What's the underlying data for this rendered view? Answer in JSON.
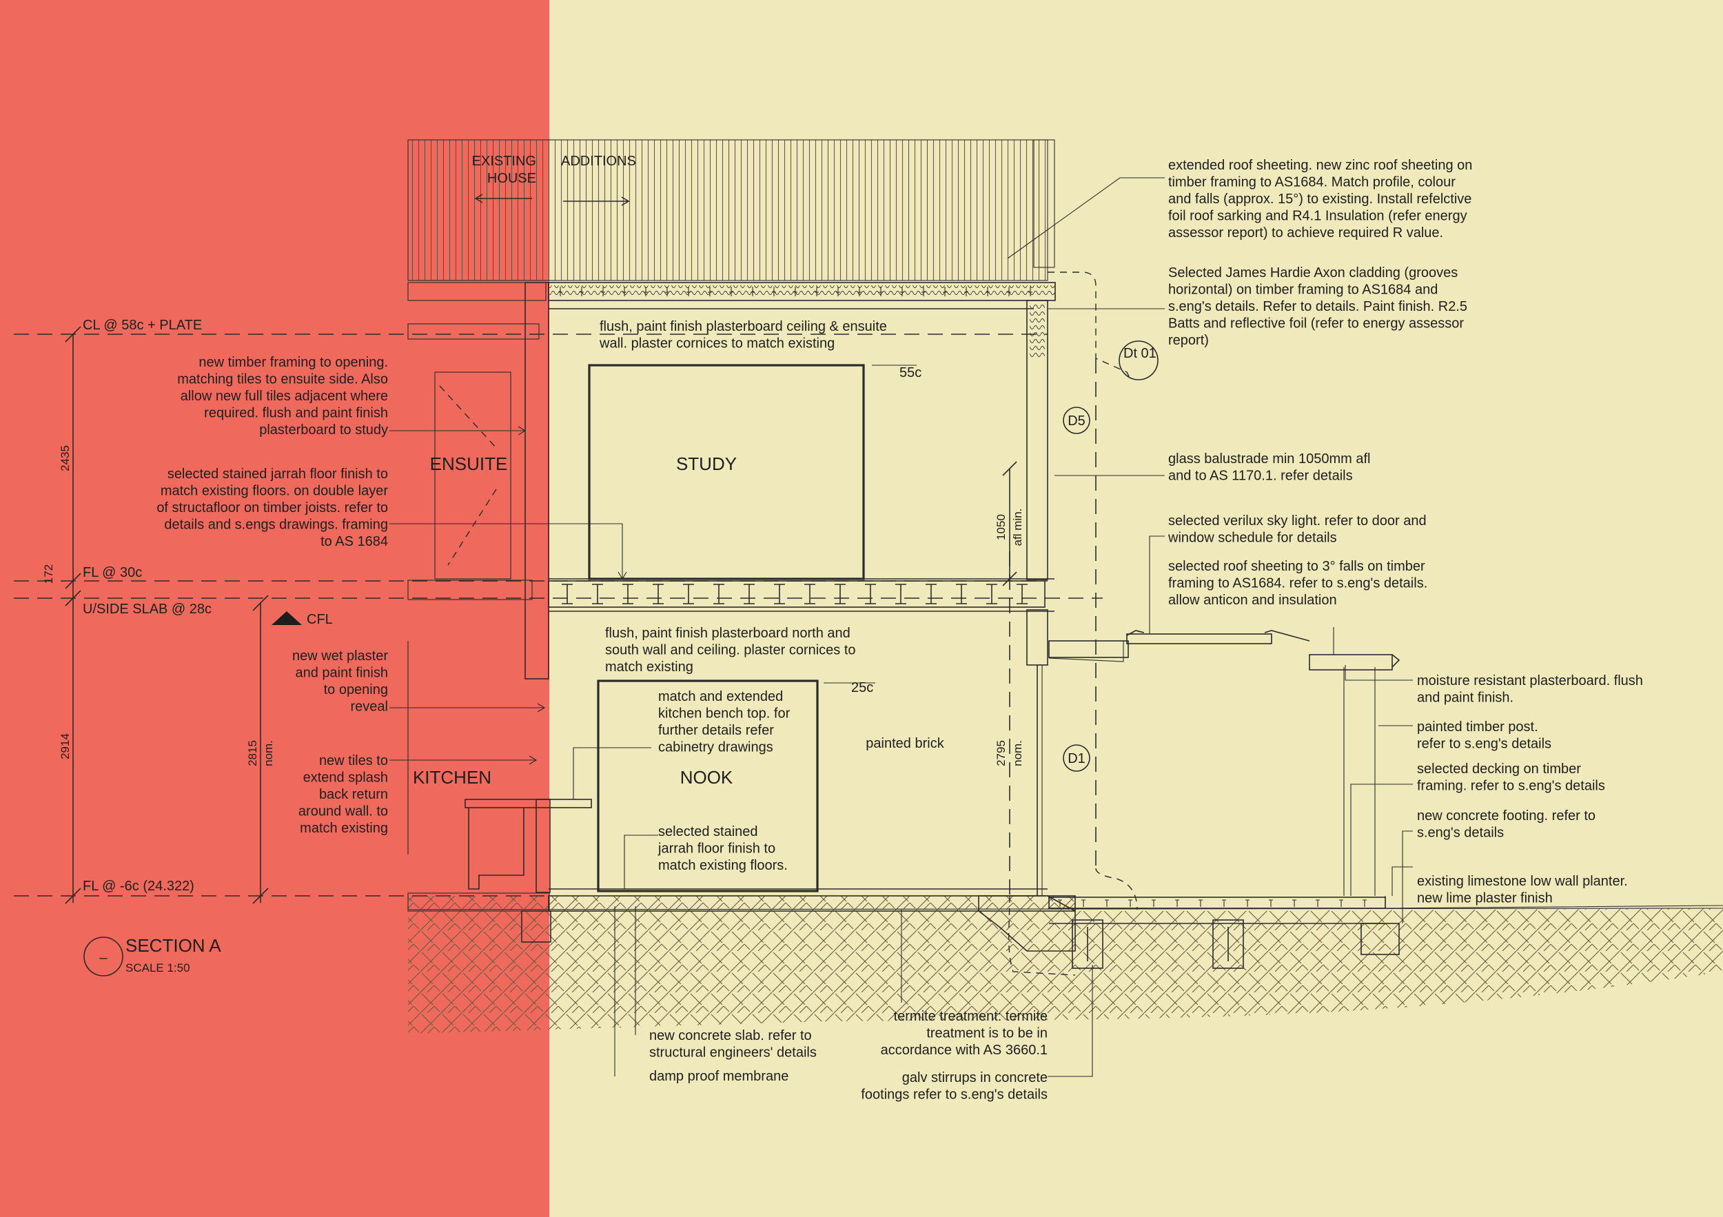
{
  "colors": {
    "background": "#f0e9bb",
    "existing_zone": "#ef6a5d",
    "line": "#2a2a2a",
    "text": "#1e1e1e"
  },
  "zones": {
    "existing": "EXISTING HOUSE",
    "existing_l1": "EXISTING",
    "existing_l2": "HOUSE",
    "additions": "ADDITIONS"
  },
  "levels": {
    "cl": "CL @ 58c + PLATE",
    "fl_upper": "FL @ 30c",
    "uside": "U/SIDE SLAB @ 28c",
    "cfl": "CFL",
    "fl_lower": "FL @ -6c (24.322)"
  },
  "dims": {
    "upper": "2435",
    "slab": "172",
    "lower": "2914",
    "inner": "2815",
    "inner_note": "nom.",
    "balustrade": "1050",
    "balustrade_note": "afl min.",
    "door": "2795",
    "door_note": "nom."
  },
  "rooms": {
    "ensuite": "ENSUITE",
    "study": "STUDY",
    "kitchen": "KITCHEN",
    "nook": "NOOK",
    "brick": "painted brick",
    "height_55": "55c",
    "height_25": "25c"
  },
  "tags": {
    "dt": "Dt 01",
    "d5": "D5",
    "d1": "D1"
  },
  "title": {
    "name": "SECTION A",
    "scale": "SCALE 1:50",
    "symbol": "–"
  },
  "notes": {
    "left1": [
      "new timber framing to opening.",
      "matching tiles to ensuite side. Also",
      "allow new full tiles adjacent where",
      "required. flush and paint finish",
      "plasterboard to study"
    ],
    "left2": [
      "selected stained jarrah floor finish to",
      "match existing floors. on double layer",
      "of structafloor on timber joists. refer to",
      "details and s.engs drawings. framing",
      "to AS 1684"
    ],
    "left3": [
      "new wet plaster",
      "and paint finish",
      "to opening",
      "reveal"
    ],
    "left4": [
      "new tiles to",
      "extend splash",
      "back return",
      "around wall. to",
      "match existing"
    ],
    "ceiling_upper": [
      "flush, paint finish plasterboard ceiling & ensuite",
      "wall. plaster cornices to match existing"
    ],
    "ceiling_lower": [
      "flush, paint finish plasterboard north and",
      "south wall and ceiling. plaster cornices to",
      "match existing"
    ],
    "bench": [
      "match and extended",
      "kitchen bench top. for",
      "further details refer",
      "cabinetry drawings"
    ],
    "floor": [
      "selected stained",
      "jarrah floor finish to",
      "match existing floors."
    ],
    "right1": [
      "extended roof sheeting. new zinc roof sheeting on",
      "timber framing to AS1684. Match profile, colour",
      "and falls (approx. 15°)  to existing. Install refelctive",
      "foil roof sarking and R4.1 Insulation (refer energy",
      "assessor report) to achieve required R value."
    ],
    "right2": [
      "Selected James Hardie Axon cladding (grooves",
      "horizontal) on timber framing to AS1684 and",
      "s.eng's details. Refer to details. Paint finish. R2.5",
      "Batts and reflective foil (refer to energy assessor",
      "report)"
    ],
    "right3": [
      "glass balustrade min 1050mm afl",
      "and to AS 1170.1. refer details"
    ],
    "right4": [
      "selected verilux sky light. refer to door and",
      "window schedule for details"
    ],
    "right5": [
      "selected roof sheeting to  3° falls on timber",
      "framing to AS1684. refer to s.eng's details.",
      "allow anticon and insulation"
    ],
    "right6": [
      "moisture resistant plasterboard. flush",
      "and paint finish."
    ],
    "right7": [
      "painted timber post.",
      "refer to s.eng's details"
    ],
    "right8": [
      "selected decking on timber",
      "framing. refer to s.eng's details"
    ],
    "right9": [
      "new concrete footing. refer to",
      "s.eng's details"
    ],
    "right10": [
      "existing limestone low wall planter.",
      "new lime plaster finish"
    ],
    "bottom1": [
      "new concrete slab. refer to",
      "structural engineers' details"
    ],
    "bottom2": [
      "damp proof membrane"
    ],
    "bottom3": [
      "termite treatment: termite",
      "treatment is to be in",
      "accordance with AS 3660.1"
    ],
    "bottom4": [
      "galv stirrups in concrete",
      "footings refer to s.eng's details"
    ]
  }
}
